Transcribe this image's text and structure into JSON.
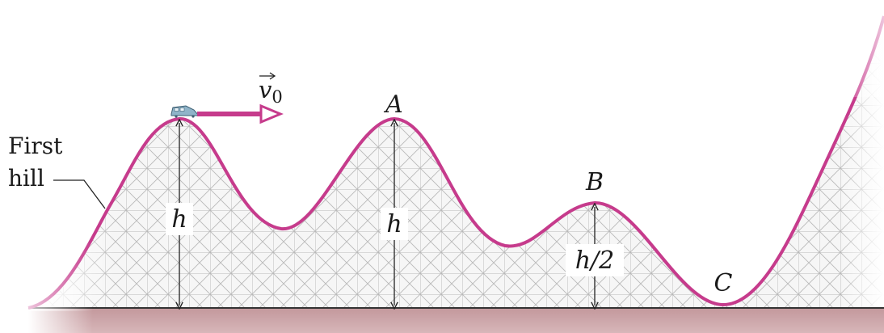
{
  "labels": {
    "first_hill_line1": "First",
    "first_hill_line2": "hill",
    "velocity_symbol": "v",
    "velocity_subscript": "0",
    "point_a": "A",
    "point_b": "B",
    "point_c": "C",
    "height_first": "h",
    "height_a": "h",
    "height_b": "h/2"
  },
  "colors": {
    "track": "#c63b8c",
    "arrow": "#c63b8c",
    "ground": "#c9a2a6",
    "lattice": "#bdbdbd",
    "cart": "#8fb4c9"
  }
}
